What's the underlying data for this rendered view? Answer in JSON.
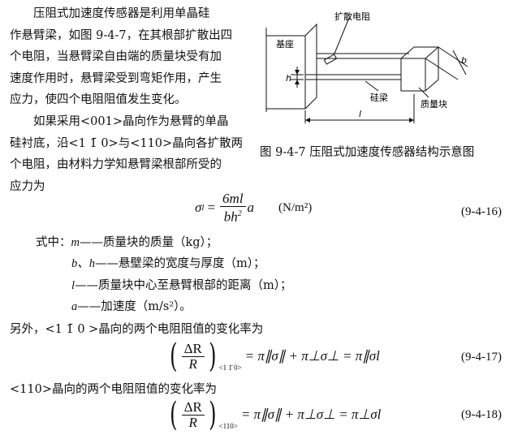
{
  "intro": {
    "lines": [
      "压阻式加速度传感器是利用单晶硅",
      "作悬臂梁，如图 9-4-7，在其根部扩散出四",
      "个电阻，当悬臂梁自由端的质量块受有加",
      "速度作用时，悬臂梁受到弯矩作用，产生",
      "应力，使四个电阻阻值发生变化。"
    ]
  },
  "para2": {
    "lines": [
      "如果采用<001>晶向作为悬臂的单晶",
      "硅衬底，沿<1 1̄ 0>与<110>晶向各扩散两",
      "个电阻，由材料力学知悬臂梁根部所受的",
      "应力为"
    ]
  },
  "figure": {
    "caption": "图 9-4-7    压阻式加速度传感器结构示意图",
    "labels": {
      "diffused_resistor": "扩散电阻",
      "base": "基座",
      "beam": "硅梁",
      "mass": "质量块",
      "h": "h",
      "b": "b",
      "l": "l"
    }
  },
  "eq1": {
    "lhs": "σ",
    "lhs_sub": "l",
    "num": "6ml",
    "den": "bh",
    "den_sup": "2",
    "tail": "a",
    "unit": "(N/m²)",
    "number": "(9-4-16)"
  },
  "where": {
    "intro": "式中：",
    "items": [
      {
        "sym": "m",
        "text": "——质量块的质量（kg）；"
      },
      {
        "sym": "b、h",
        "text": "——悬壁梁的宽度与厚度（m）；"
      },
      {
        "sym": "l",
        "text": "——质量块中心至悬臂根部的距离（m）；"
      },
      {
        "sym": "a",
        "text": "——加速度（m/s²）。"
      }
    ]
  },
  "para3": "另外，<1 1̄ 0 >晶向的两个电阻阻值的变化率为",
  "eq2": {
    "num": "ΔR",
    "den": "R",
    "sub": "<1 1̄ 0>",
    "rhs": "= π∥σ∥ + π⊥σ⊥ = π∥σl",
    "number": "(9-4-17)"
  },
  "para4": "<110>晶向的两个电阻阻值的变化率为",
  "eq3": {
    "num": "ΔR",
    "den": "R",
    "sub": "<110>",
    "rhs": "= π∥σ∥ + π⊥σ⊥ = π⊥σl",
    "number": "(9-4-18)"
  }
}
